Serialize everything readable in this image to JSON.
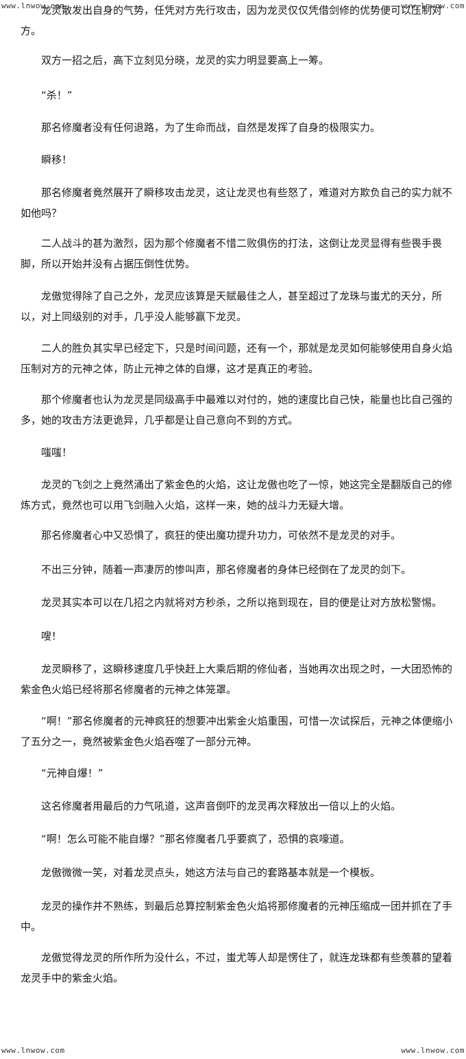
{
  "watermark": "www.lnwow.com",
  "paragraphs": [
    "龙灵散发出自身的气势，任凭对方先行攻击，因为龙灵仅仅凭借剑修的优势便可以压制对方。",
    "双方一招之后，高下立刻见分晓，龙灵的实力明显要高上一筹。",
    "“杀！”",
    "那名修魔者没有任何退路，为了生命而战，自然是发挥了自身的极限实力。",
    "瞬移！",
    "那名修魔者竟然展开了瞬移攻击龙灵，这让龙灵也有些怒了，难道对方欺负自己的实力就不如他吗？",
    "二人战斗的甚为激烈，因为那个修魔者不惜二败俱伤的打法，这倒让龙灵显得有些畏手畏脚，所以开始并没有占据压倒性优势。",
    "龙傲觉得除了自己之外，龙灵应该算是天赋最佳之人，甚至超过了龙珠与蚩尤的天分，所以，对上同级别的对手，几乎没人能够赢下龙灵。",
    "二人的胜负其实早已经定下，只是时间问题，还有一个，那就是龙灵如何能够使用自身火焰压制对方的元神之体，防止元神之体的自爆，这才是真正的考验。",
    "那个修魔者也认为龙灵是同级高手中最难以对付的，她的速度比自己快，能量也比自己强的多，她的攻击方法更诡异，几乎都是让自己意向不到的方式。",
    "嗤嗤！",
    "龙灵的飞剑之上竟然涌出了紫金色的火焰，这让龙傲也吃了一惊，她这完全是翻版自己的修炼方式，竟然也可以用飞剑融入火焰，这样一来，她的战斗力无疑大增。",
    "那名修魔者心中又恐惧了，疯狂的使出魔功提升功力，可依然不是龙灵的对手。",
    "不出三分钟，随着一声凄厉的惨叫声，那名修魔者的身体已经倒在了龙灵的剑下。",
    "龙灵其实本可以在几招之内就将对方秒杀，之所以拖到现在，目的便是让对方放松警惕。",
    "嗖！",
    "龙灵瞬移了，这瞬移速度几乎快赶上大乘后期的修仙者，当她再次出现之时，一大团恐怖的紫金色火焰已经将那名修魔者的元神之体笼罩。",
    "“啊！”那名修魔者的元神疯狂的想要冲出紫金火焰重围，可惜一次试探后，元神之体便缩小了五分之一，竟然被紫金色火焰吞噬了一部分元神。",
    "“元神自爆！”",
    "这名修魔者用最后的力气吼道，这声音倒吓的龙灵再次释放出一倍以上的火焰。",
    "“啊！怎么可能不能自爆？”那名修魔者几乎要疯了，恐惧的哀嚎道。",
    "龙傲微微一笑，对着龙灵点头，她这方法与自己的套路基本就是一个模板。",
    "龙灵的操作并不熟练，到最后总算控制紫金色火焰将那修魔者的元神压缩成一团并抓在了手中。",
    "龙傲觉得龙灵的所作所为没什么，不过，蚩尤等人却是愣住了，就连龙珠都有些羡慕的望着龙灵手中的紫金火焰。"
  ]
}
